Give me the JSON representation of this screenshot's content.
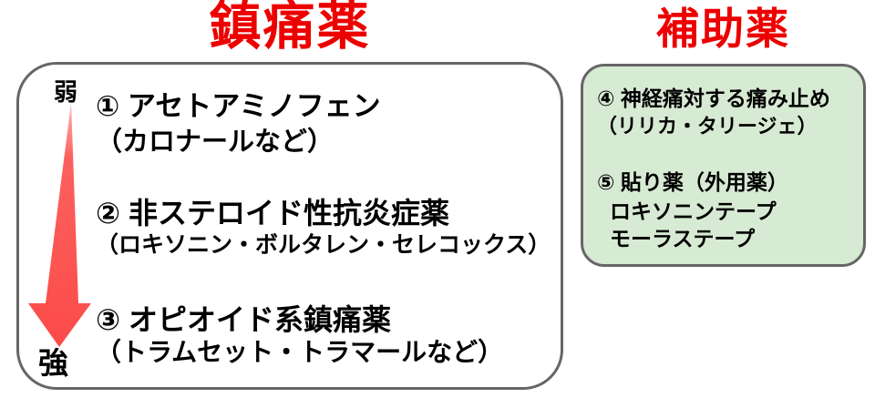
{
  "header": {
    "analgesics_title": "鎮痛薬",
    "adjuvants_title": "補助薬"
  },
  "colors": {
    "title_red": "#ED0000",
    "arrow_red": "#FB514F",
    "arrow_tip_light": "#FFB6B3",
    "box_border_gray": "#666666",
    "adjuvant_box_green": "#D7EAD3",
    "text_black": "#000000"
  },
  "analgesics_box": {
    "weak_label": "弱",
    "strong_label": "強",
    "arrow_icon": "red-down-arrow-weak-to-strong",
    "items": [
      {
        "name": "① アセトアミノフェン",
        "examples": "（カロナールなど）"
      },
      {
        "name": "② 非ステロイド性抗炎症薬",
        "examples": "（ロキソニン・ボルタレン・セレコックス）"
      },
      {
        "name": "③ オピオイド系鎮痛薬",
        "examples": "（トラムセット・トラマールなど）"
      }
    ]
  },
  "adjuvants_box": {
    "items": [
      {
        "name": "④ 神経痛対する痛み止め",
        "examples": "（リリカ・タリージェ）"
      },
      {
        "name": "⑤ 貼り薬（外用薬）",
        "line1": "ロキソニンテープ",
        "line2": "モーラステープ"
      }
    ]
  }
}
